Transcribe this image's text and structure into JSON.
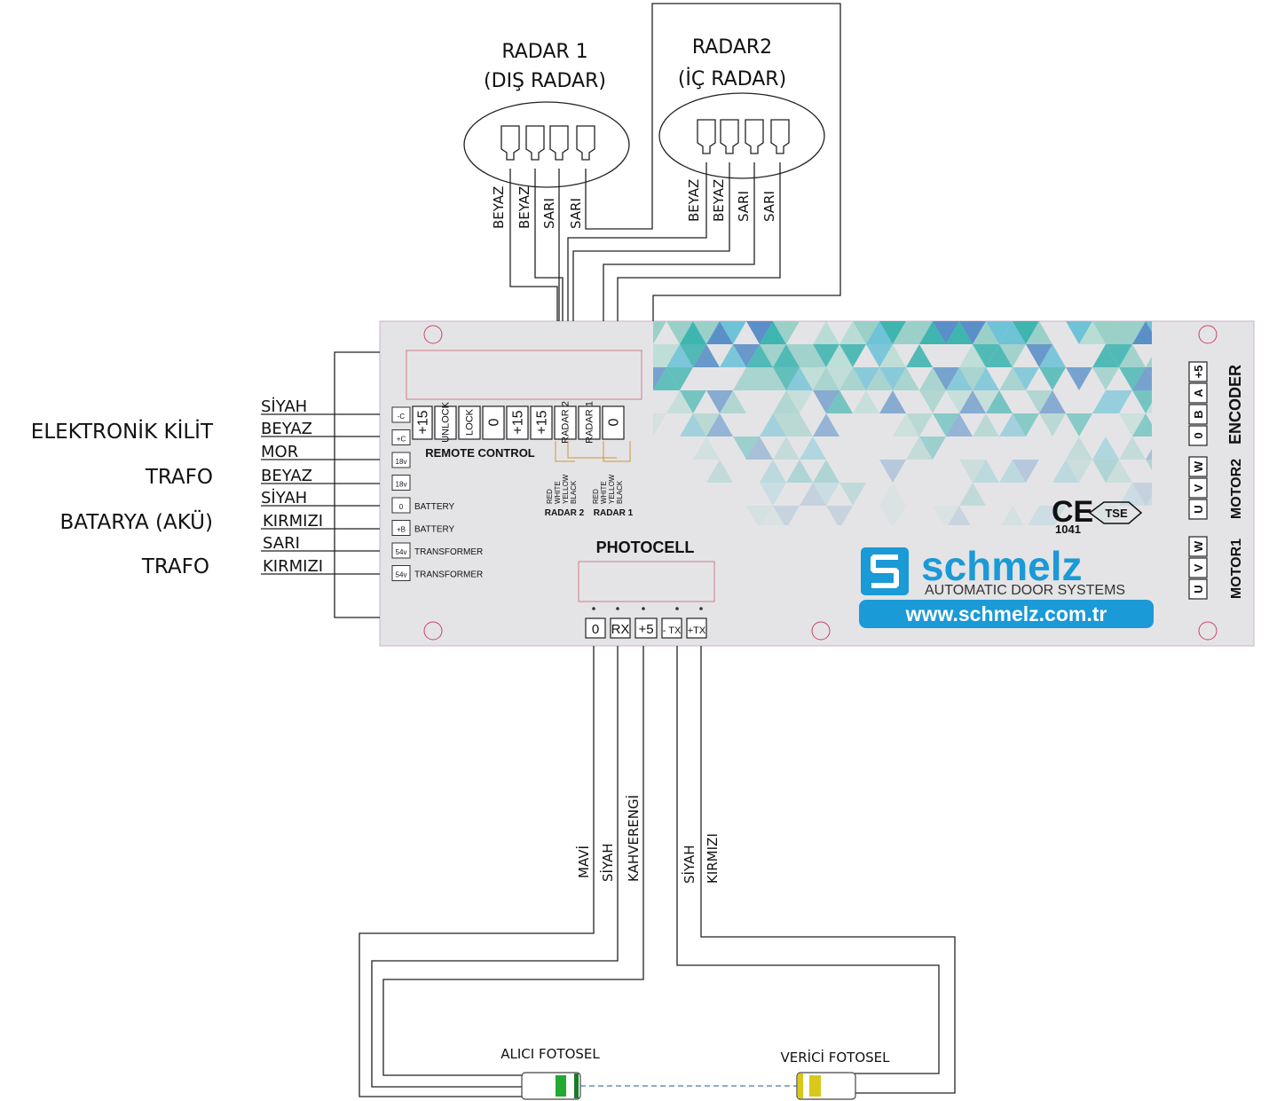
{
  "radars": {
    "radar1": {
      "title": "RADAR 1",
      "subtitle": "(DIŞ RADAR)",
      "wires": [
        "BEYAZ",
        "BEYAZ",
        "SARI",
        "SARI"
      ]
    },
    "radar2": {
      "title": "RADAR2",
      "subtitle": "(İÇ RADAR)",
      "wires": [
        "BEYAZ",
        "BEYAZ",
        "SARI",
        "SARI"
      ]
    }
  },
  "left_labels": [
    "ELEKTRONİK KİLİT",
    "TRAFO",
    "BATARYA (AKÜ)",
    "TRAFO"
  ],
  "left_wire_colors": [
    "SİYAH",
    "BEYAZ",
    "MOR",
    "BEYAZ",
    "SİYAH",
    "KIRMIZI",
    "SARI",
    "KIRMIZI"
  ],
  "left_terminals": [
    {
      "code": "-C",
      "text": ""
    },
    {
      "code": "+C",
      "text": ""
    },
    {
      "code": "18v",
      "text": ""
    },
    {
      "code": "18v",
      "text": ""
    },
    {
      "code": "0",
      "text": "BATTERY"
    },
    {
      "code": "+B",
      "text": "BATTERY"
    },
    {
      "code": "54v",
      "text": "TRANSFORMER"
    },
    {
      "code": "54v",
      "text": "TRANSFORMER"
    }
  ],
  "remote_terminals": [
    "+15",
    "UNLOCK",
    "LOCK",
    "0",
    "+15",
    "+15",
    "RADAR 2",
    "RADAR 1",
    "0"
  ],
  "remote_control_label": "REMOTE CONTROL",
  "radar2_legend": {
    "colors": [
      "RED",
      "WHITE",
      "YELLOW",
      "BLACK"
    ],
    "label": "RADAR 2"
  },
  "radar1_legend": {
    "colors": [
      "RED",
      "WHITE",
      "YELLOW",
      "BLACK"
    ],
    "label": "RADAR 1"
  },
  "photocell": {
    "label": "PHOTOCELL",
    "terminals": [
      "0",
      "RX",
      "+5",
      "- TX",
      "+TX"
    ]
  },
  "right_groups": [
    {
      "name": "ENCODER",
      "terminals": [
        "+5",
        "A",
        "B",
        "0"
      ]
    },
    {
      "name": "MOTOR2",
      "terminals": [
        "W",
        "V",
        "U"
      ]
    },
    {
      "name": "MOTOR1",
      "terminals": [
        "W",
        "V",
        "U"
      ]
    }
  ],
  "certification": {
    "ce": "CE",
    "number": "1041",
    "tse": "TSE"
  },
  "brand": {
    "name": "schmelz",
    "tagline": "AUTOMATIC DOOR SYSTEMS",
    "url": "www.schmelz.com.tr",
    "color": "#1a9ad7"
  },
  "photocell_wires": [
    "MAVİ",
    "SİYAH",
    "KAHVERENGİ",
    "SİYAH",
    "KIRMIZI"
  ],
  "fotosel": {
    "receiver": "ALICI FOTOSEL",
    "transmitter": "VERİCİ FOTOSEL"
  },
  "colors": {
    "board": "#e4e4e6",
    "pattern": [
      "#3fb5b0",
      "#5a8fc7",
      "#9ad0c8",
      "#6ec3d6",
      "#b9ddd5"
    ],
    "receiver_led": "#22aa33",
    "transmitter_led": "#d8c81a"
  }
}
